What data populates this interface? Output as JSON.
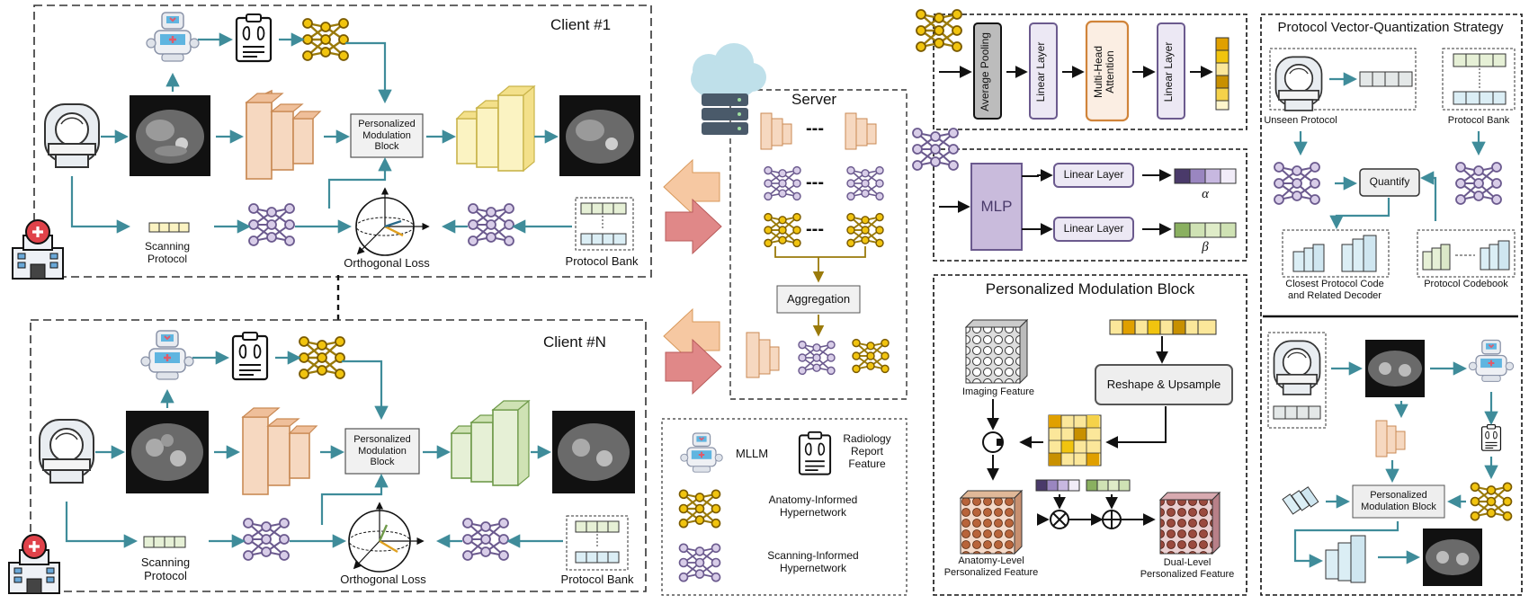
{
  "client1": {
    "title": "Client #1",
    "modulation": "Personalized\nModulation\nBlock",
    "scanning": "Scanning\nProtocol",
    "orth": "Orthogonal Loss",
    "bank": "Protocol Bank"
  },
  "clientN": {
    "title": "Client #N",
    "modulation": "Personalized\nModulation\nBlock",
    "scanning": "Scanning\nProtocol",
    "orth": "Orthogonal Loss",
    "bank": "Protocol Bank"
  },
  "server": {
    "title": "Server",
    "aggregation": "Aggregation",
    "dashes": "---"
  },
  "legend": {
    "mllm": "MLLM",
    "report": "Radiology\nReport\nFeature",
    "anatomy": "Anatomy-Informed\nHypernetwork",
    "scanning": "Scanning-Informed\nHypernetwork"
  },
  "anatomy_branch": {
    "avg_pool": "Average Pooling",
    "linear1": "Linear Layer",
    "mha": "Multi-Head\nAttention",
    "linear2": "Linear Layer"
  },
  "scan_branch": {
    "mlp": "MLP",
    "linear_a": "Linear Layer",
    "linear_b": "Linear Layer",
    "alpha": "α",
    "beta": "β"
  },
  "pmb": {
    "title": "Personalized Modulation Block",
    "imaging": "Imaging Feature",
    "reshape": "Reshape & Upsample",
    "anatomy_level": "Anatomy-Level\nPersonalized Feature",
    "dual_level": "Dual-Level\nPersonalized Feature"
  },
  "pvq": {
    "title": "Protocol Vector-Quantization Strategy",
    "unseen": "Unseen Protocol",
    "bank": "Protocol Bank",
    "quantify": "Quantify",
    "closest": "Closest Protocol Code\nand Related Decoder",
    "codebook": "Protocol Codebook",
    "pmb": "Personalized\nModulation Block"
  },
  "colors": {
    "teal": "#3f8c9a",
    "orange": "#f3cdb0",
    "orange_edge": "#c98a55",
    "yellow": "#fbf3c2",
    "yellow_edge": "#c9b44a",
    "green": "#e6f0d6",
    "green_edge": "#6f9a4a",
    "purple": "#6b5a8e",
    "gold": "#b8900a"
  }
}
